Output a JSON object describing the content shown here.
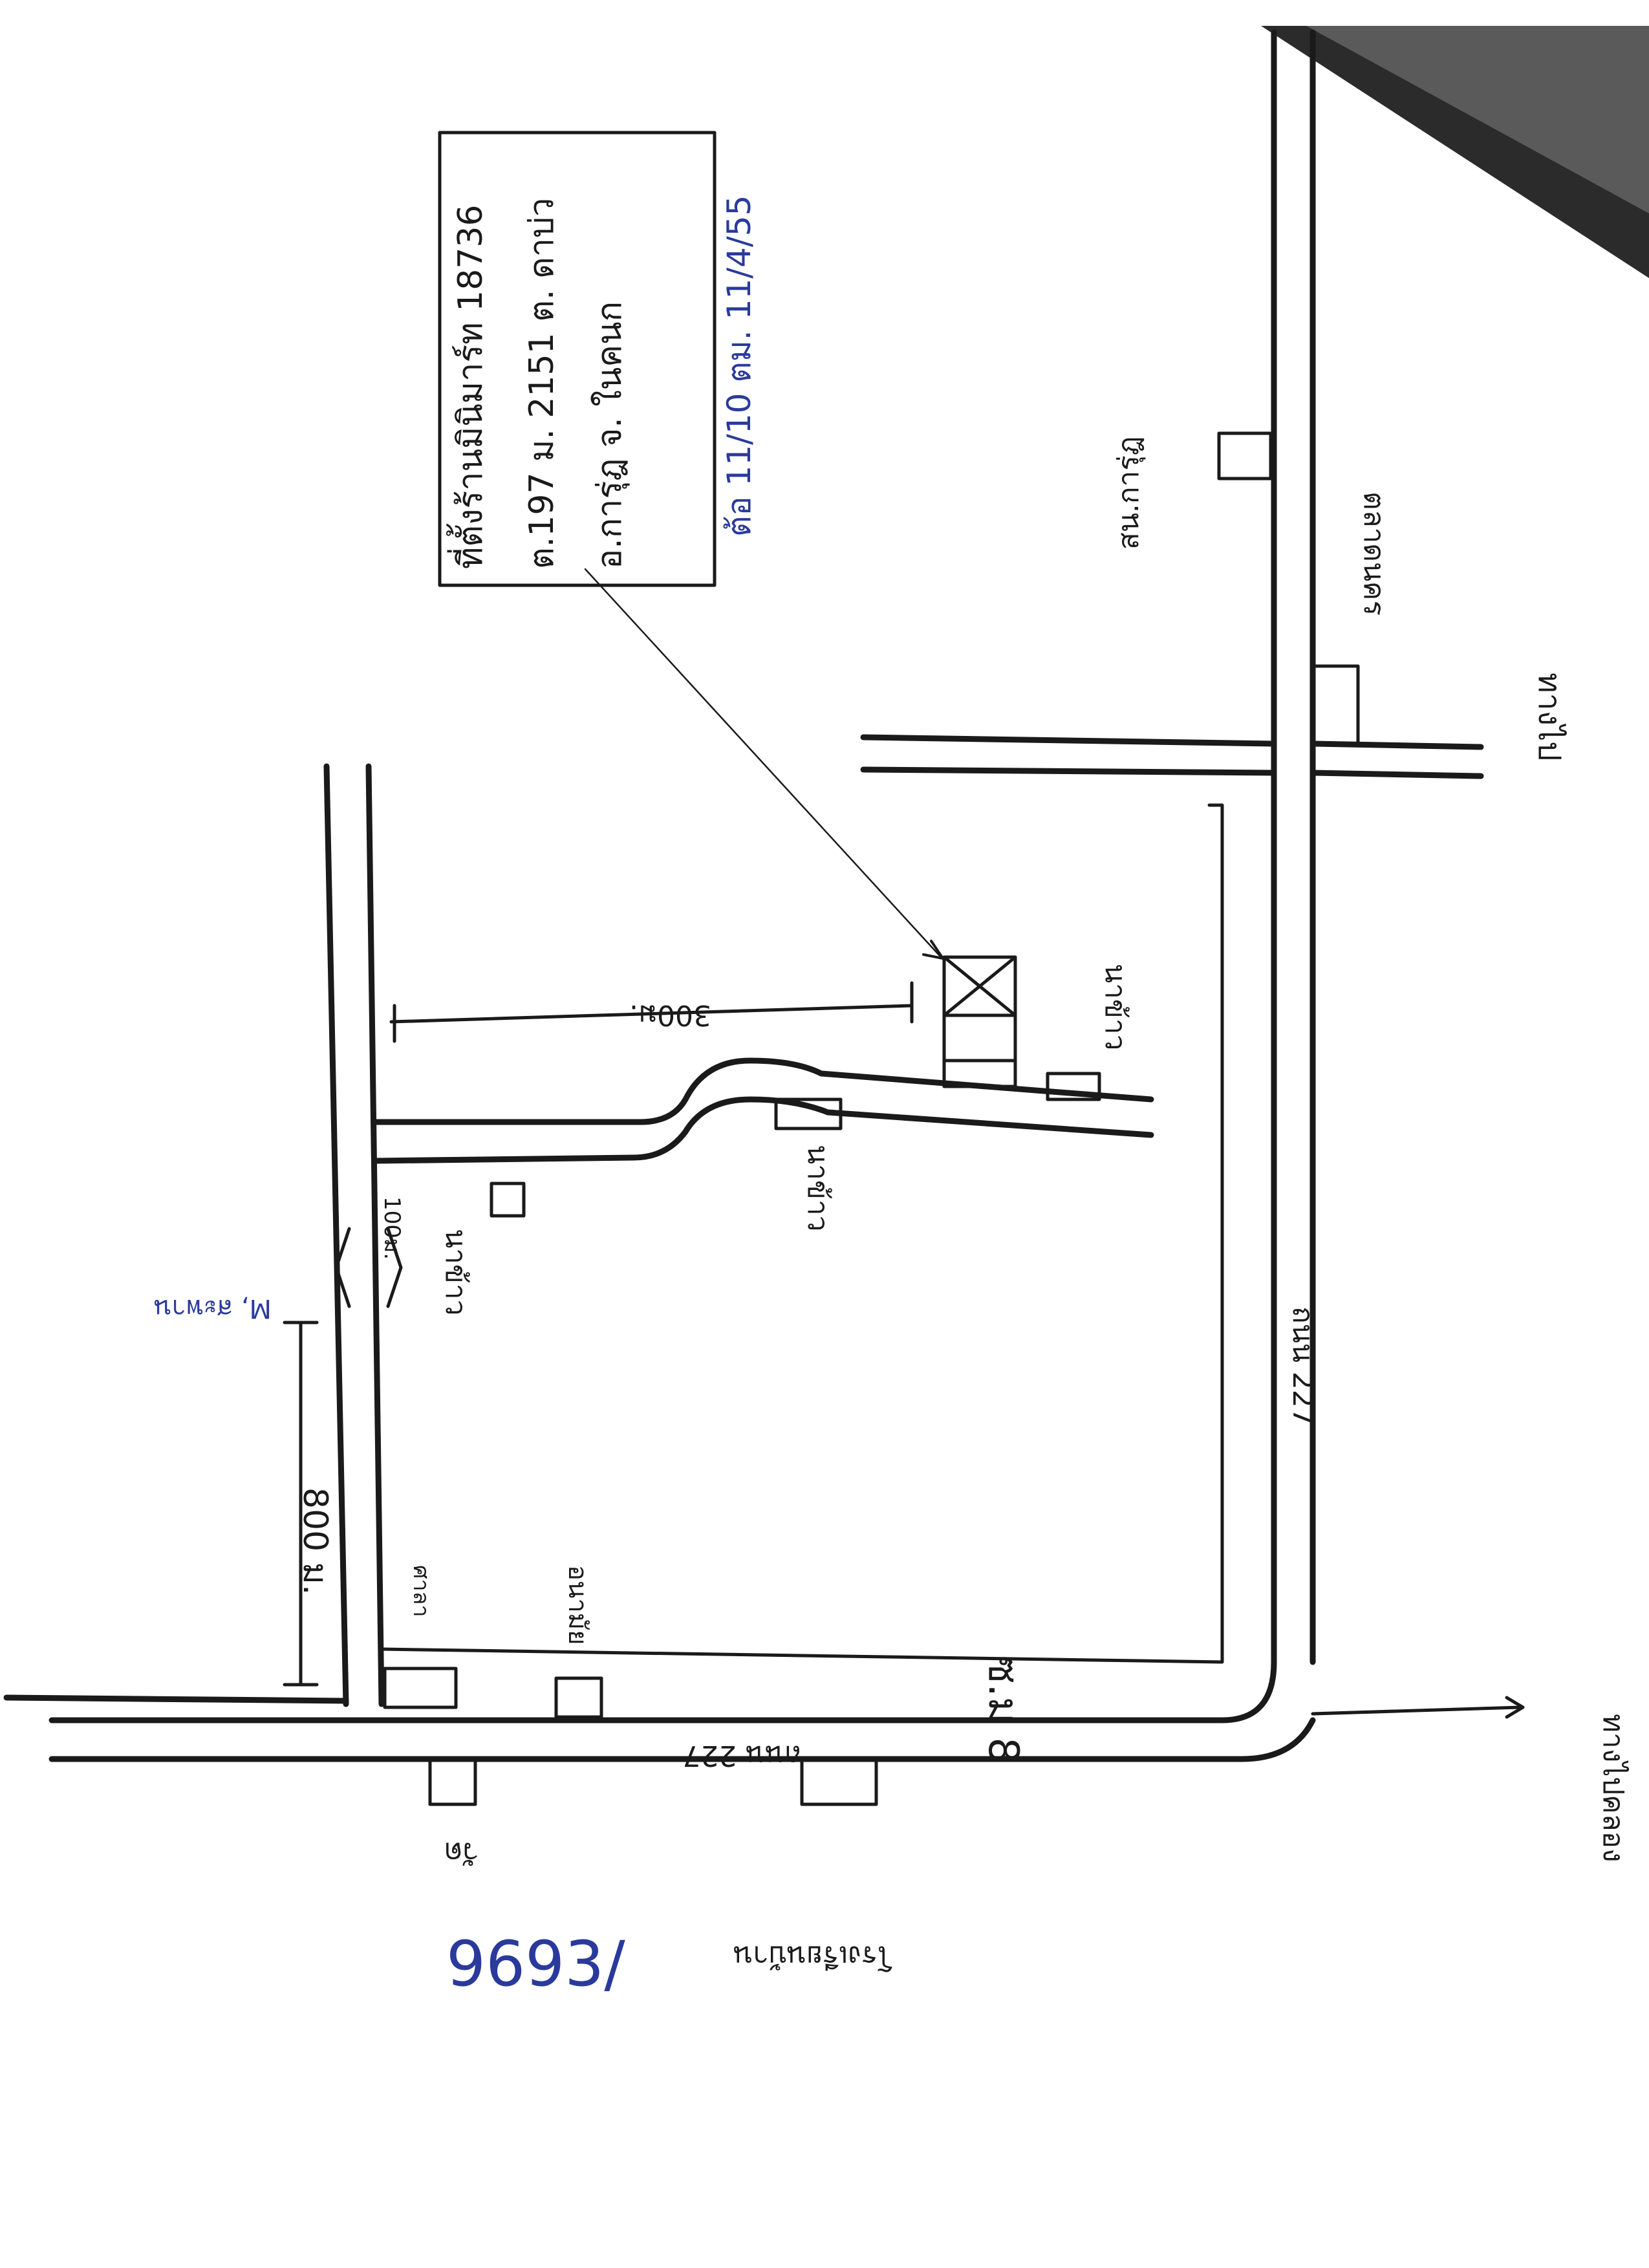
{
  "map": {
    "info_box": {
      "line1": "ที่ตั้งร้านมินิมาร์ท 18736",
      "line2": "ต.197 ม. 2151 ต. ดาบ่ว",
      "line3": "อ.การุ่ฎ จ. ในคนก",
      "date": "ต้อ 11/10 ตม. 11/4/55"
    },
    "roads": {
      "main_road_lower": "ถนน 227",
      "main_road_right": "ถนน 227",
      "lane": "ซ.ม 8",
      "distance_bend": "300ม.",
      "distance_left": "800 ม.",
      "distance_small": "100ม."
    },
    "landmarks": {
      "school": "โรงเรียนบ้าน",
      "village_office": "สน.การุ่ฎ",
      "market": "ตลาดนคร",
      "temple": "วัด",
      "bus_stop": "ศาลา",
      "rice_field": "นาข้าว",
      "rice_field_2": "นาข้าว",
      "rice_field_3": "นาข้าว",
      "health_center": "อนามัย",
      "direction_north": "ทางไป",
      "direction_east": "ทางไปคลอง"
    },
    "annotations": {
      "blue_note": "M, สะพาน",
      "scan_number": "9693/"
    }
  }
}
